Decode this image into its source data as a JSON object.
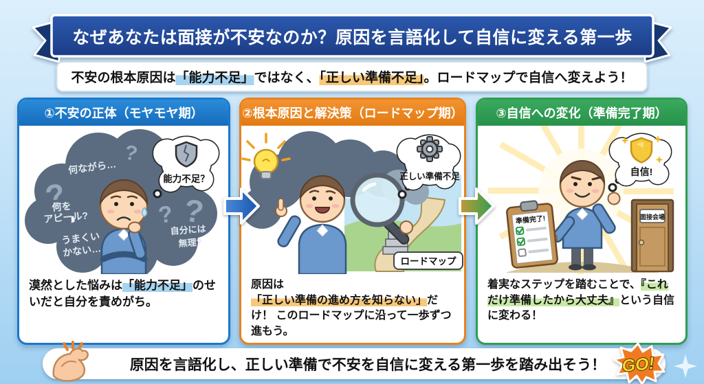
{
  "colors": {
    "background_top": "#dceffc",
    "background_bottom": "#9ecff1",
    "ribbon_band": "#1f4694",
    "ribbon_tail": "#17366f",
    "panel1_accent": "#1a78cc",
    "panel2_accent": "#e8821c",
    "panel3_accent": "#2f9e50",
    "highlight_blue": "#a6d4f0",
    "highlight_orange": "#f7c87a",
    "highlight_green": "#c9e9a6",
    "go_burst": "#f07a20",
    "go_text": "#ffd81e"
  },
  "title": "なぜあなたは面接が不安なのか？原因を言語化して自信に変える第一歩",
  "subtitle": {
    "s1": "不安の根本原因は",
    "s2": "「能力不足」",
    "s3": "ではなく、",
    "s4": "「正しい準備不足」",
    "s5": "。ロードマップで自信へ変えよう！"
  },
  "panels": [
    {
      "header": "①不安の正体（モヤモヤ期）",
      "caption": {
        "pre": "漠然とした悩みは",
        "hl": "「能力不足」",
        "post": "のせいだと自分を責めがち。"
      },
      "art": {
        "t1": "何ながら…",
        "t2": "何を",
        "t3": "アピール?",
        "t4": "うまくい",
        "t5": "かない…",
        "t6": "自分には",
        "t7": "無理?",
        "qmark": "?",
        "bubble": "能力不足？"
      }
    },
    {
      "header": "②根本原因と解決策（ロードマップ期）",
      "caption": {
        "pre": "原因は",
        "hl": "「正しい準備の進め方を知らない」",
        "post": "だけ！ このロードマップに沿って一歩ずつ進もう。"
      },
      "art": {
        "bubble": "正しい準備不足",
        "road_label": "ロードマップ"
      }
    },
    {
      "header": "③自信への変化（準備完了期）",
      "caption": {
        "pre": "着実なステップを踏むことで、",
        "hl": "『これだけ準備したから大丈夫』",
        "post": "という自信に変わる！"
      },
      "art": {
        "bubble": "自信!",
        "clipboard_label": "準備完了!",
        "door_label": "面接会場"
      }
    }
  ],
  "footer": {
    "text": "原因を言語化し、正しい準備で不安を自信に変える第一歩を踏み出そう！",
    "go": "GO!"
  }
}
